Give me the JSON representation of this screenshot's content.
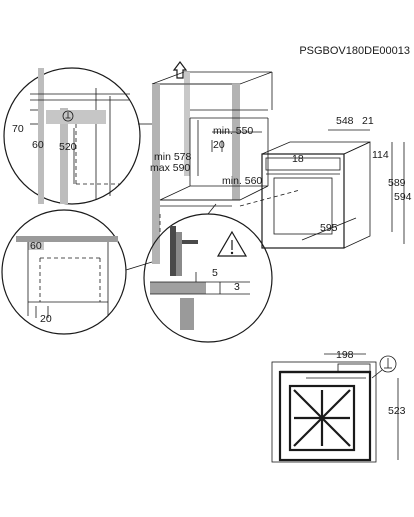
{
  "doc_code": "PSGBOV180DE00013",
  "dims": {
    "d70": "70",
    "d60a": "60",
    "d520": "520",
    "d60b": "60",
    "d20a": "20",
    "min550": "min. 550",
    "d20b": "20",
    "min578": "min 578",
    "max590": "max 590",
    "min560": "min. 560",
    "d548": "548",
    "d21": "21",
    "d18": "18",
    "d114": "114",
    "d589": "589",
    "d594": "594",
    "d595": "595",
    "d5": "5",
    "d3": "3",
    "d198": "198",
    "d523": "523"
  },
  "icons": {
    "safety": "earth-ground-icon",
    "warning": "warning-triangle-icon",
    "up": "up-arrow-icon"
  }
}
